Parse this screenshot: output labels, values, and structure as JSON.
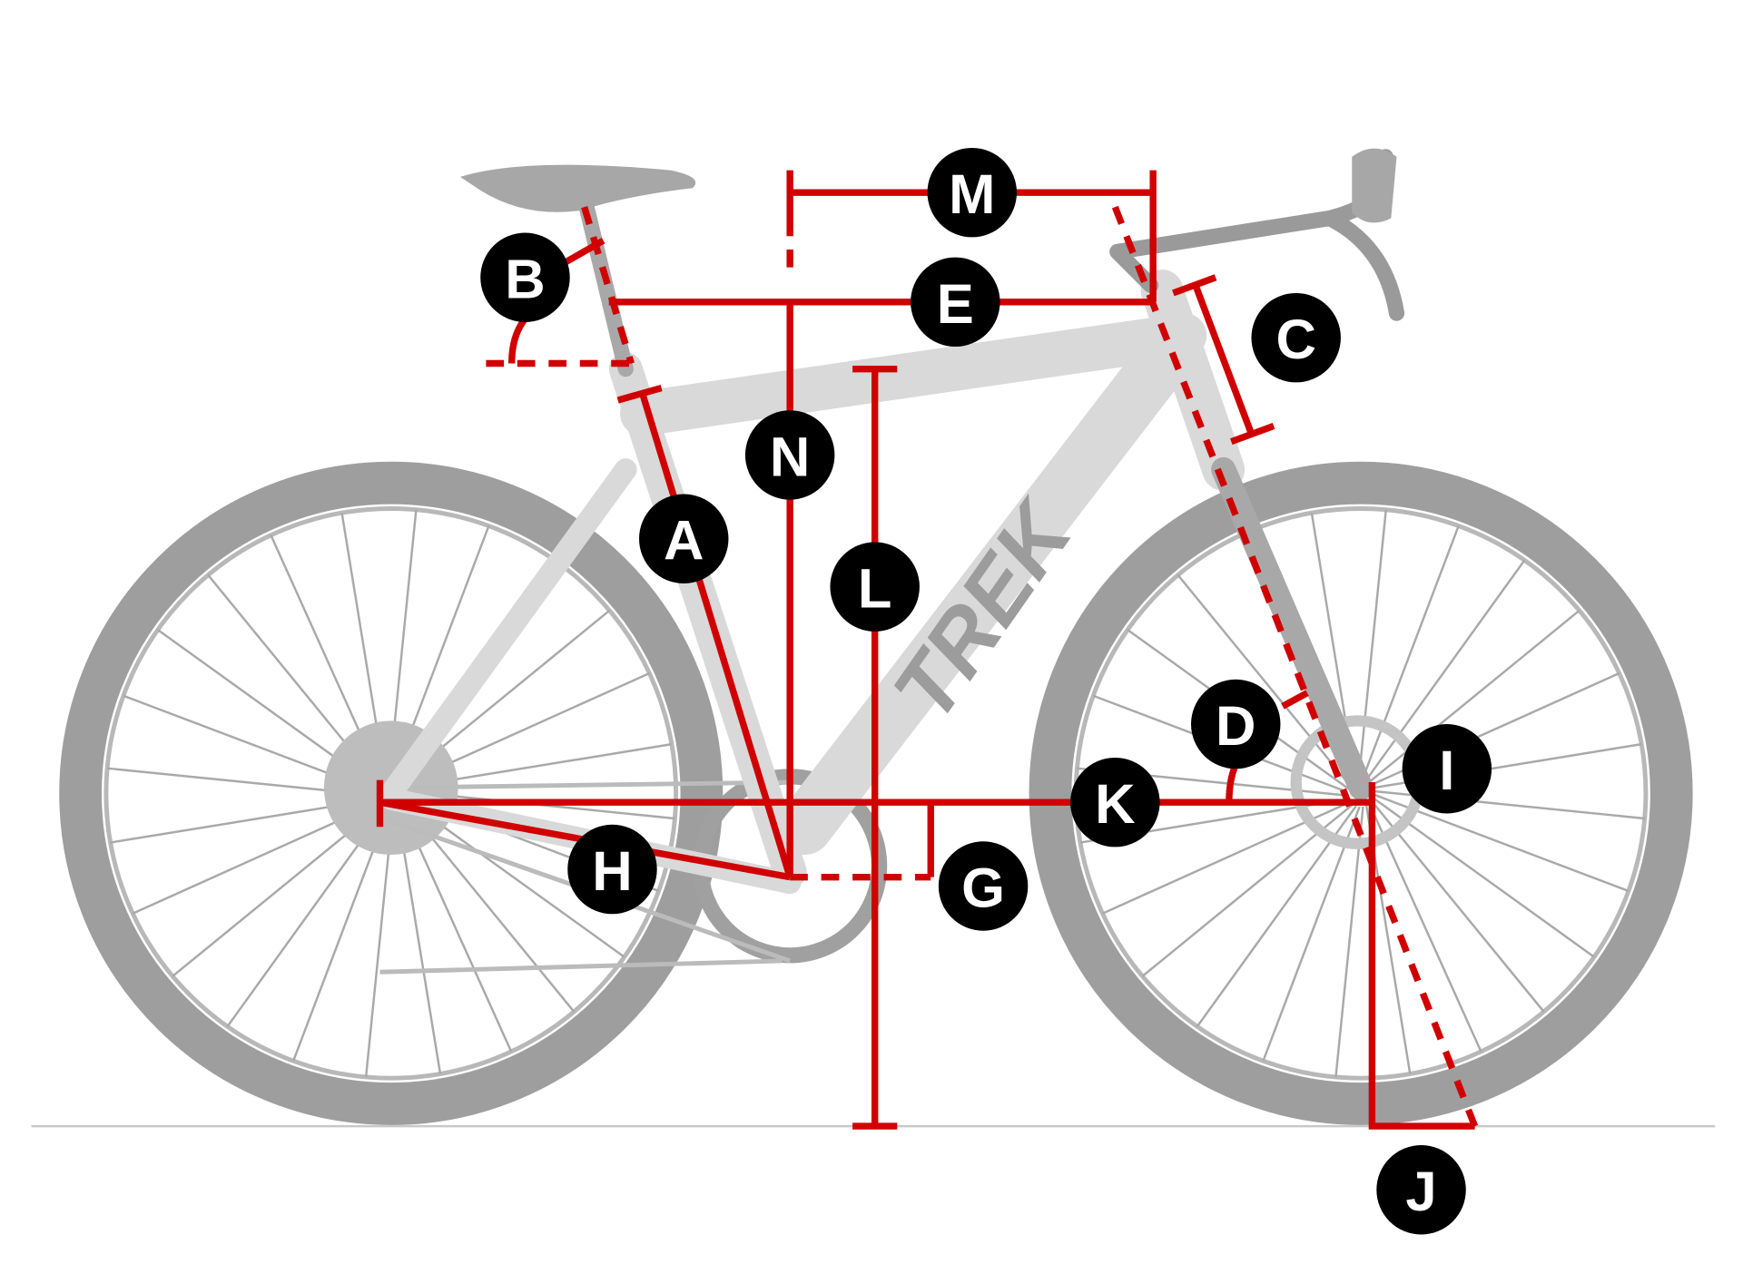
{
  "diagram": {
    "title": "Bike geometry measurements",
    "logo_text": "TREK",
    "colors": {
      "measure": "#d10000",
      "badge": "#000000",
      "bike": "#9e9e9e",
      "ground": "#c8c8c8"
    },
    "labels": {
      "A": "A",
      "B": "B",
      "C": "C",
      "D": "D",
      "E": "E",
      "G": "G",
      "H": "H",
      "I": "I",
      "J": "J",
      "K": "K",
      "L": "L",
      "M": "M",
      "N": "N"
    }
  }
}
